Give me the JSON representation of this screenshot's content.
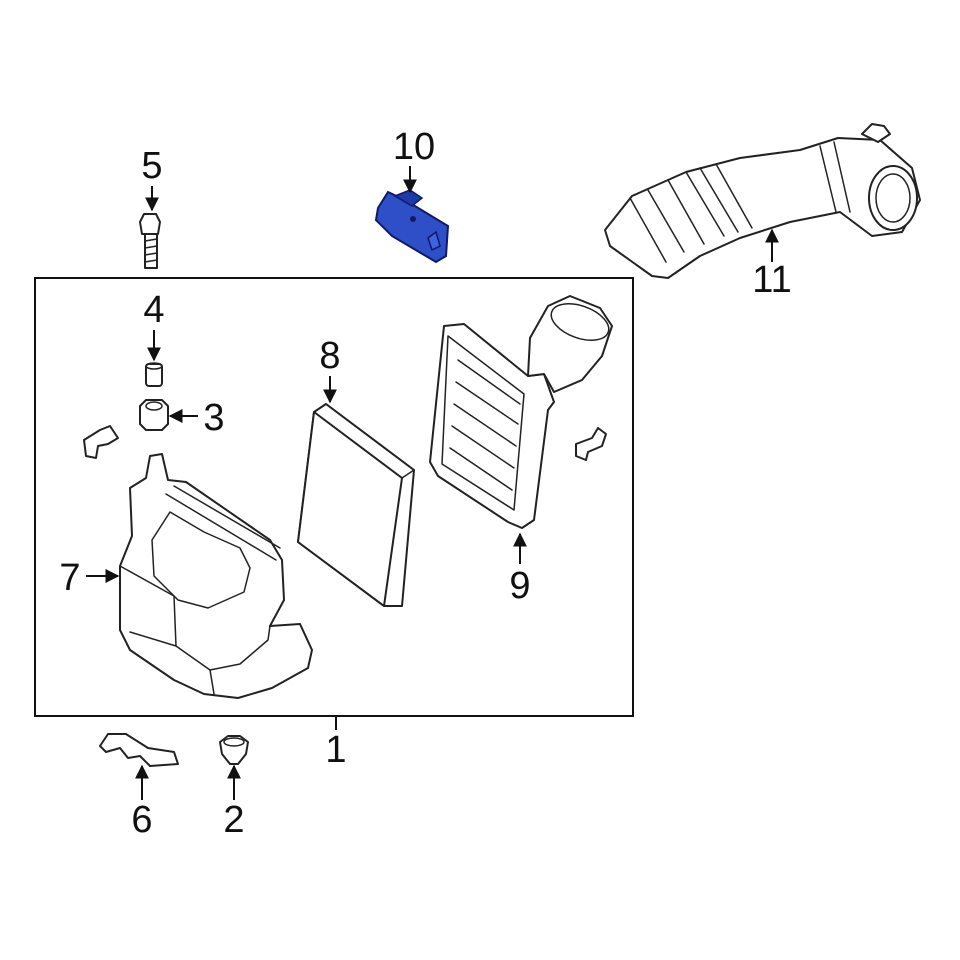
{
  "diagram": {
    "highlight_color": "#2e4fc7",
    "callouts": {
      "c1": "1",
      "c2": "2",
      "c3": "3",
      "c4": "4",
      "c5": "5",
      "c6": "6",
      "c7": "7",
      "c8": "8",
      "c9": "9",
      "c10": "10",
      "c11": "11"
    }
  }
}
